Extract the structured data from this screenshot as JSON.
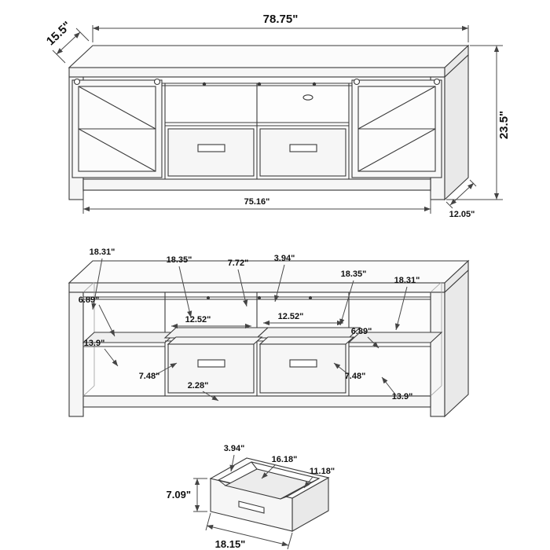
{
  "page": {
    "background": "#ffffff",
    "line_color": "#3a3a3a",
    "dim_color": "#4a4a4a"
  },
  "views": {
    "front": {
      "name": "tv-stand-closed-front-view",
      "dims": {
        "overall_width": "78.75\"",
        "overall_depth": "15.5\"",
        "overall_height": "23.5\"",
        "inner_width": "75.16\"",
        "side_depth": "12.05\""
      }
    },
    "open": {
      "name": "tv-stand-open-interior-view",
      "dims": {
        "left_shelf_width": "18.31\"",
        "left_inner_width": "18.35\"",
        "center_gap_width": "7.72\"",
        "center_small_width": "3.94\"",
        "right_inner_width": "18.35\"",
        "right_shelf_width": "18.31\"",
        "left_upper_height": "6.89\"",
        "left_cubby_width": "12.52\"",
        "right_cubby_width": "12.52\"",
        "right_upper_height": "6.89\"",
        "left_lower_height": "13.9\"",
        "left_drawer_height": "7.48\"",
        "base_height": "2.28\"",
        "right_drawer_height": "7.48\"",
        "right_lower_height": "13.9\""
      }
    },
    "drawer": {
      "name": "drawer-detail-view",
      "dims": {
        "lip_depth": "3.94\"",
        "inner_width": "16.18\"",
        "inner_depth": "11.18\"",
        "height": "7.09\"",
        "width": "18.15\""
      }
    }
  }
}
